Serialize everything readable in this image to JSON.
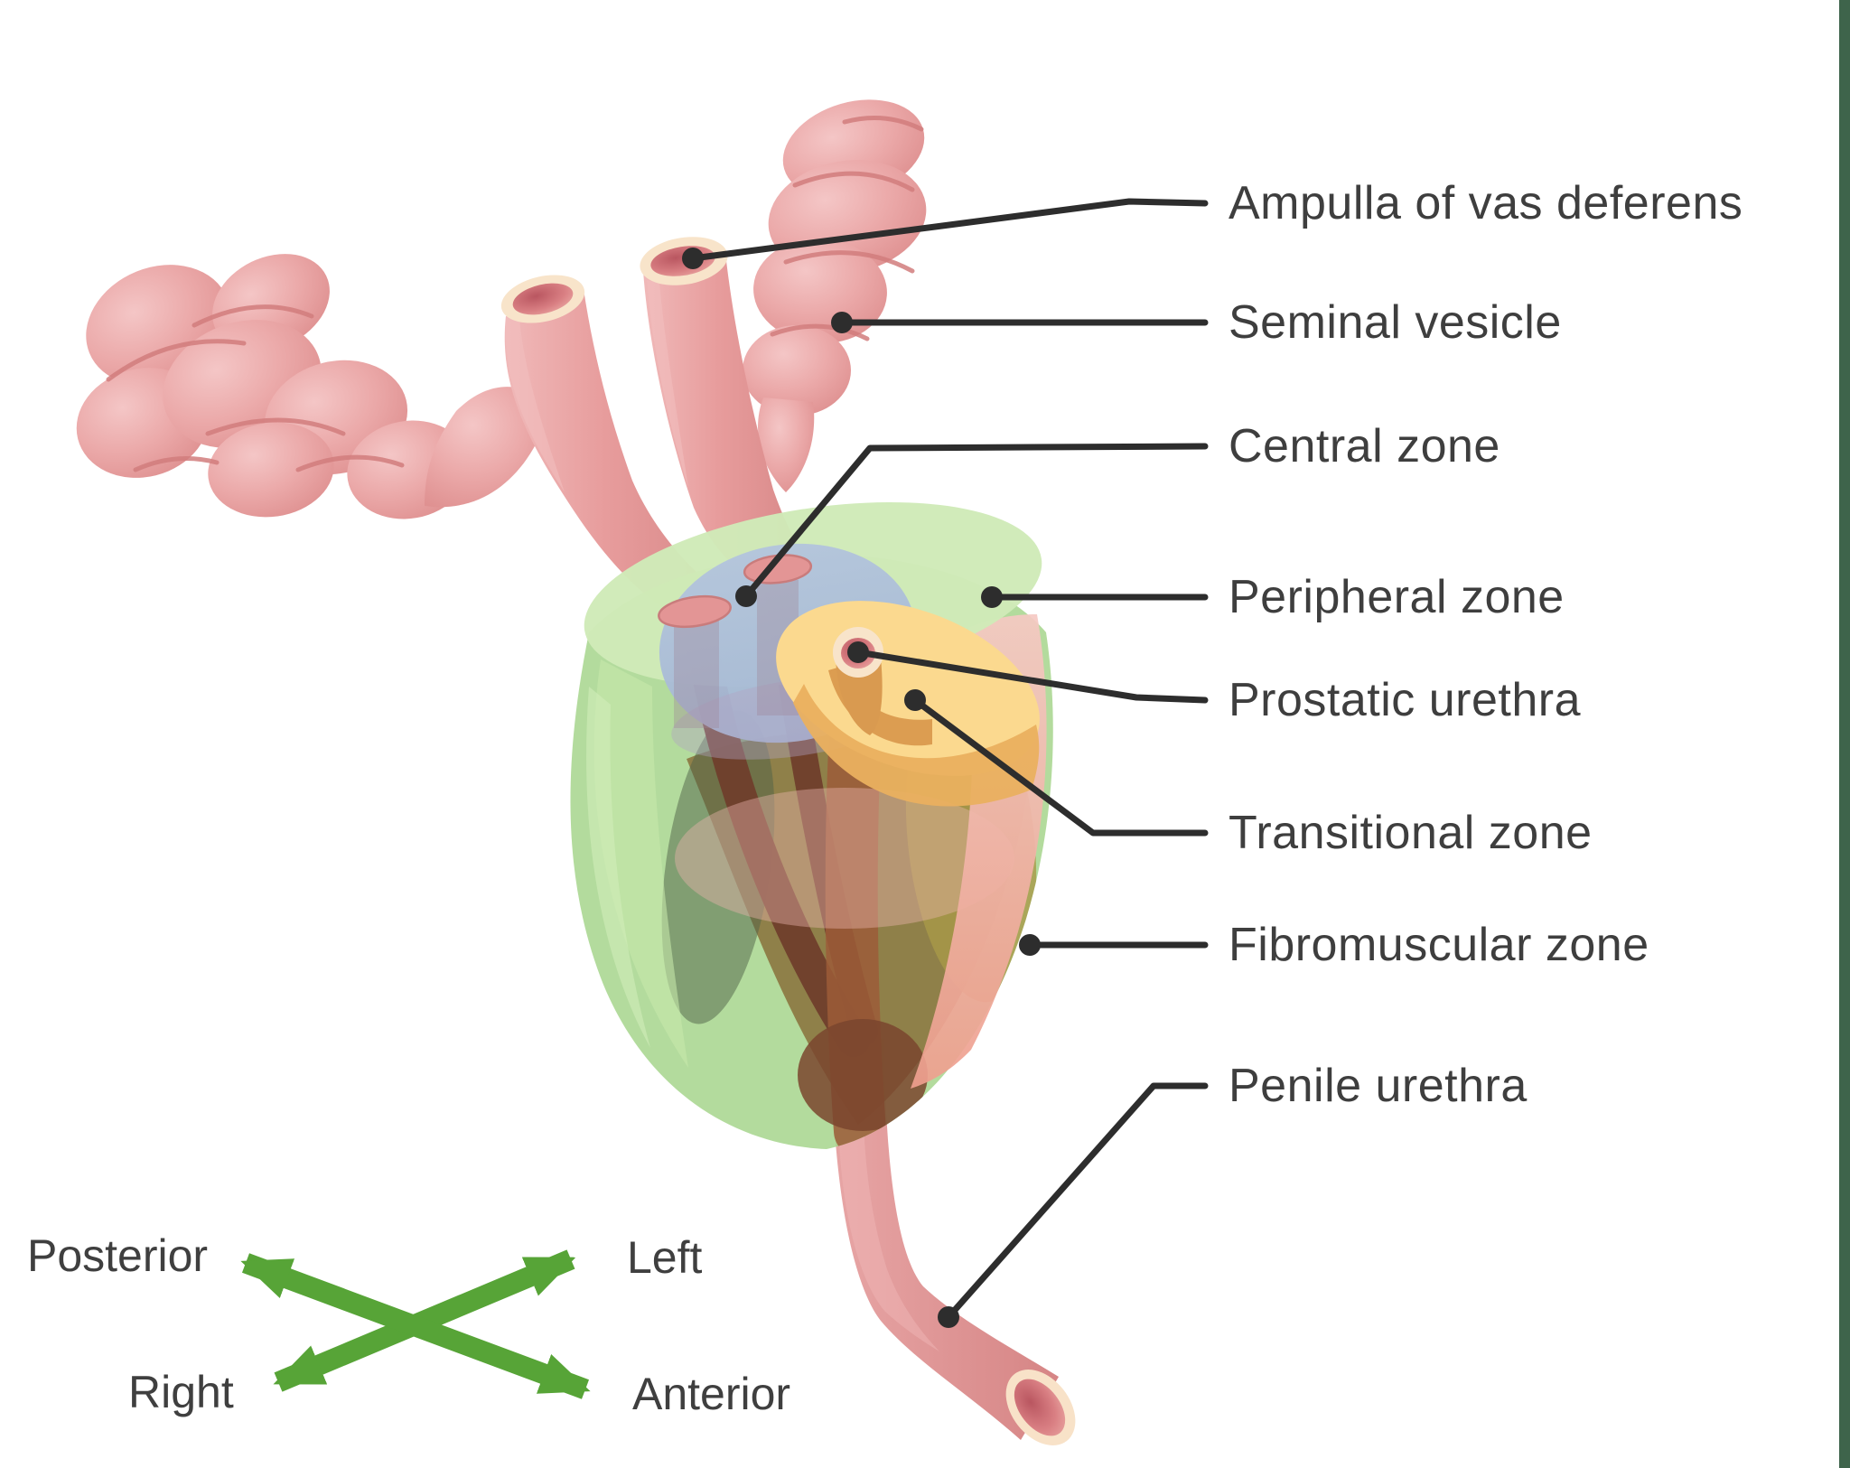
{
  "labels": [
    {
      "id": "ampulla-of-vas-deferens",
      "text": "Ampulla of vas deferens"
    },
    {
      "id": "seminal-vesicle",
      "text": "Seminal vesicle"
    },
    {
      "id": "central-zone",
      "text": "Central zone"
    },
    {
      "id": "peripheral-zone",
      "text": "Peripheral zone"
    },
    {
      "id": "prostatic-urethra",
      "text": "Prostatic urethra"
    },
    {
      "id": "transitional-zone",
      "text": "Transitional zone"
    },
    {
      "id": "fibromuscular-zone",
      "text": "Fibromuscular zone"
    },
    {
      "id": "penile-urethra",
      "text": "Penile urethra"
    }
  ],
  "compass": {
    "posterior": "Posterior",
    "left": "Left",
    "right": "Right",
    "anterior": "Anterior"
  },
  "colors": {
    "background": "#ffffff",
    "label_text": "#3e3e3e",
    "leader_line": "#2d2d2d",
    "arrow_green": "#57a437",
    "edge_strip": "#3e644b",
    "tissue_pink": "#e79c9c",
    "peripheral_zone_green": "#a6d58c",
    "prostate_cap_green": "#cfeab8",
    "central_zone_blue": "#abbed9",
    "transitional_zone_yellow": "#fbd98f",
    "fibromuscular_pink": "#f2b9ae",
    "urethra_rim_cream": "#f8e4ca"
  }
}
